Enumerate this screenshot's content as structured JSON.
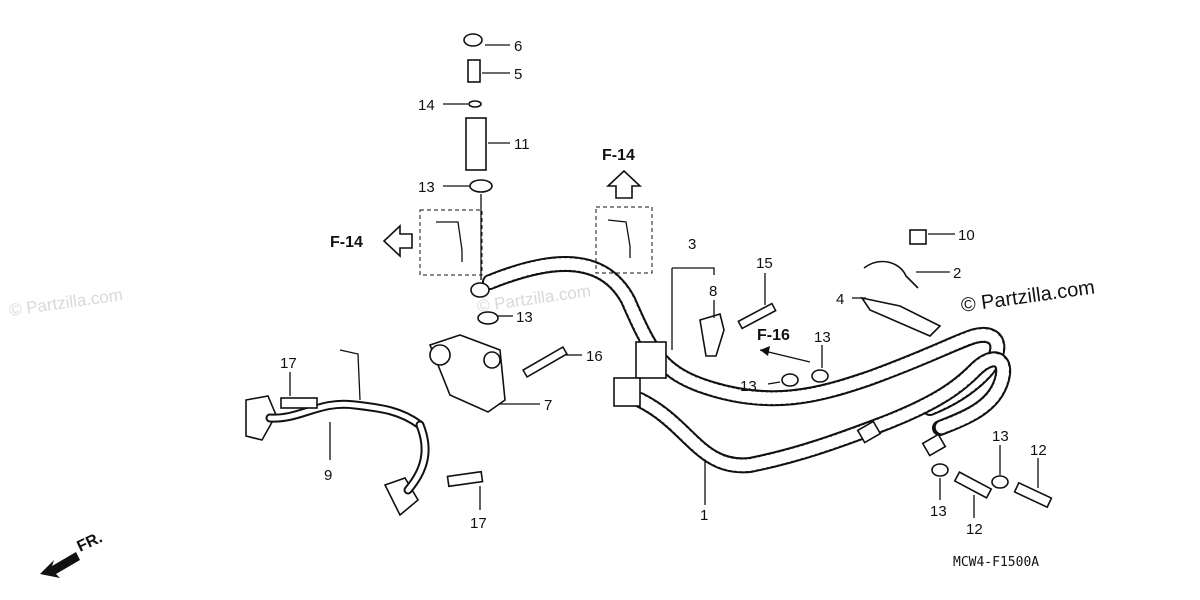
{
  "diagram": {
    "code": "MCW4-F1500A",
    "front_label": "FR.",
    "copyright": "© Partzilla.com",
    "watermark": "© Partzilla.com",
    "refs": {
      "left": "F-14",
      "top": "F-14",
      "right": "F-16"
    },
    "callouts": {
      "c6": "6",
      "c5": "5",
      "c14": "14",
      "c11": "11",
      "c13a": "13",
      "c13b": "13",
      "c16": "16",
      "c7": "7",
      "c17a": "17",
      "c9": "9",
      "c17b": "17",
      "c3": "3",
      "c8": "8",
      "c15": "15",
      "c1": "1",
      "c13c": "13",
      "c13d": "13",
      "c10": "10",
      "c2": "2",
      "c4": "4",
      "c13e": "13",
      "c13f": "13",
      "c12a": "12",
      "c12b": "12"
    }
  }
}
